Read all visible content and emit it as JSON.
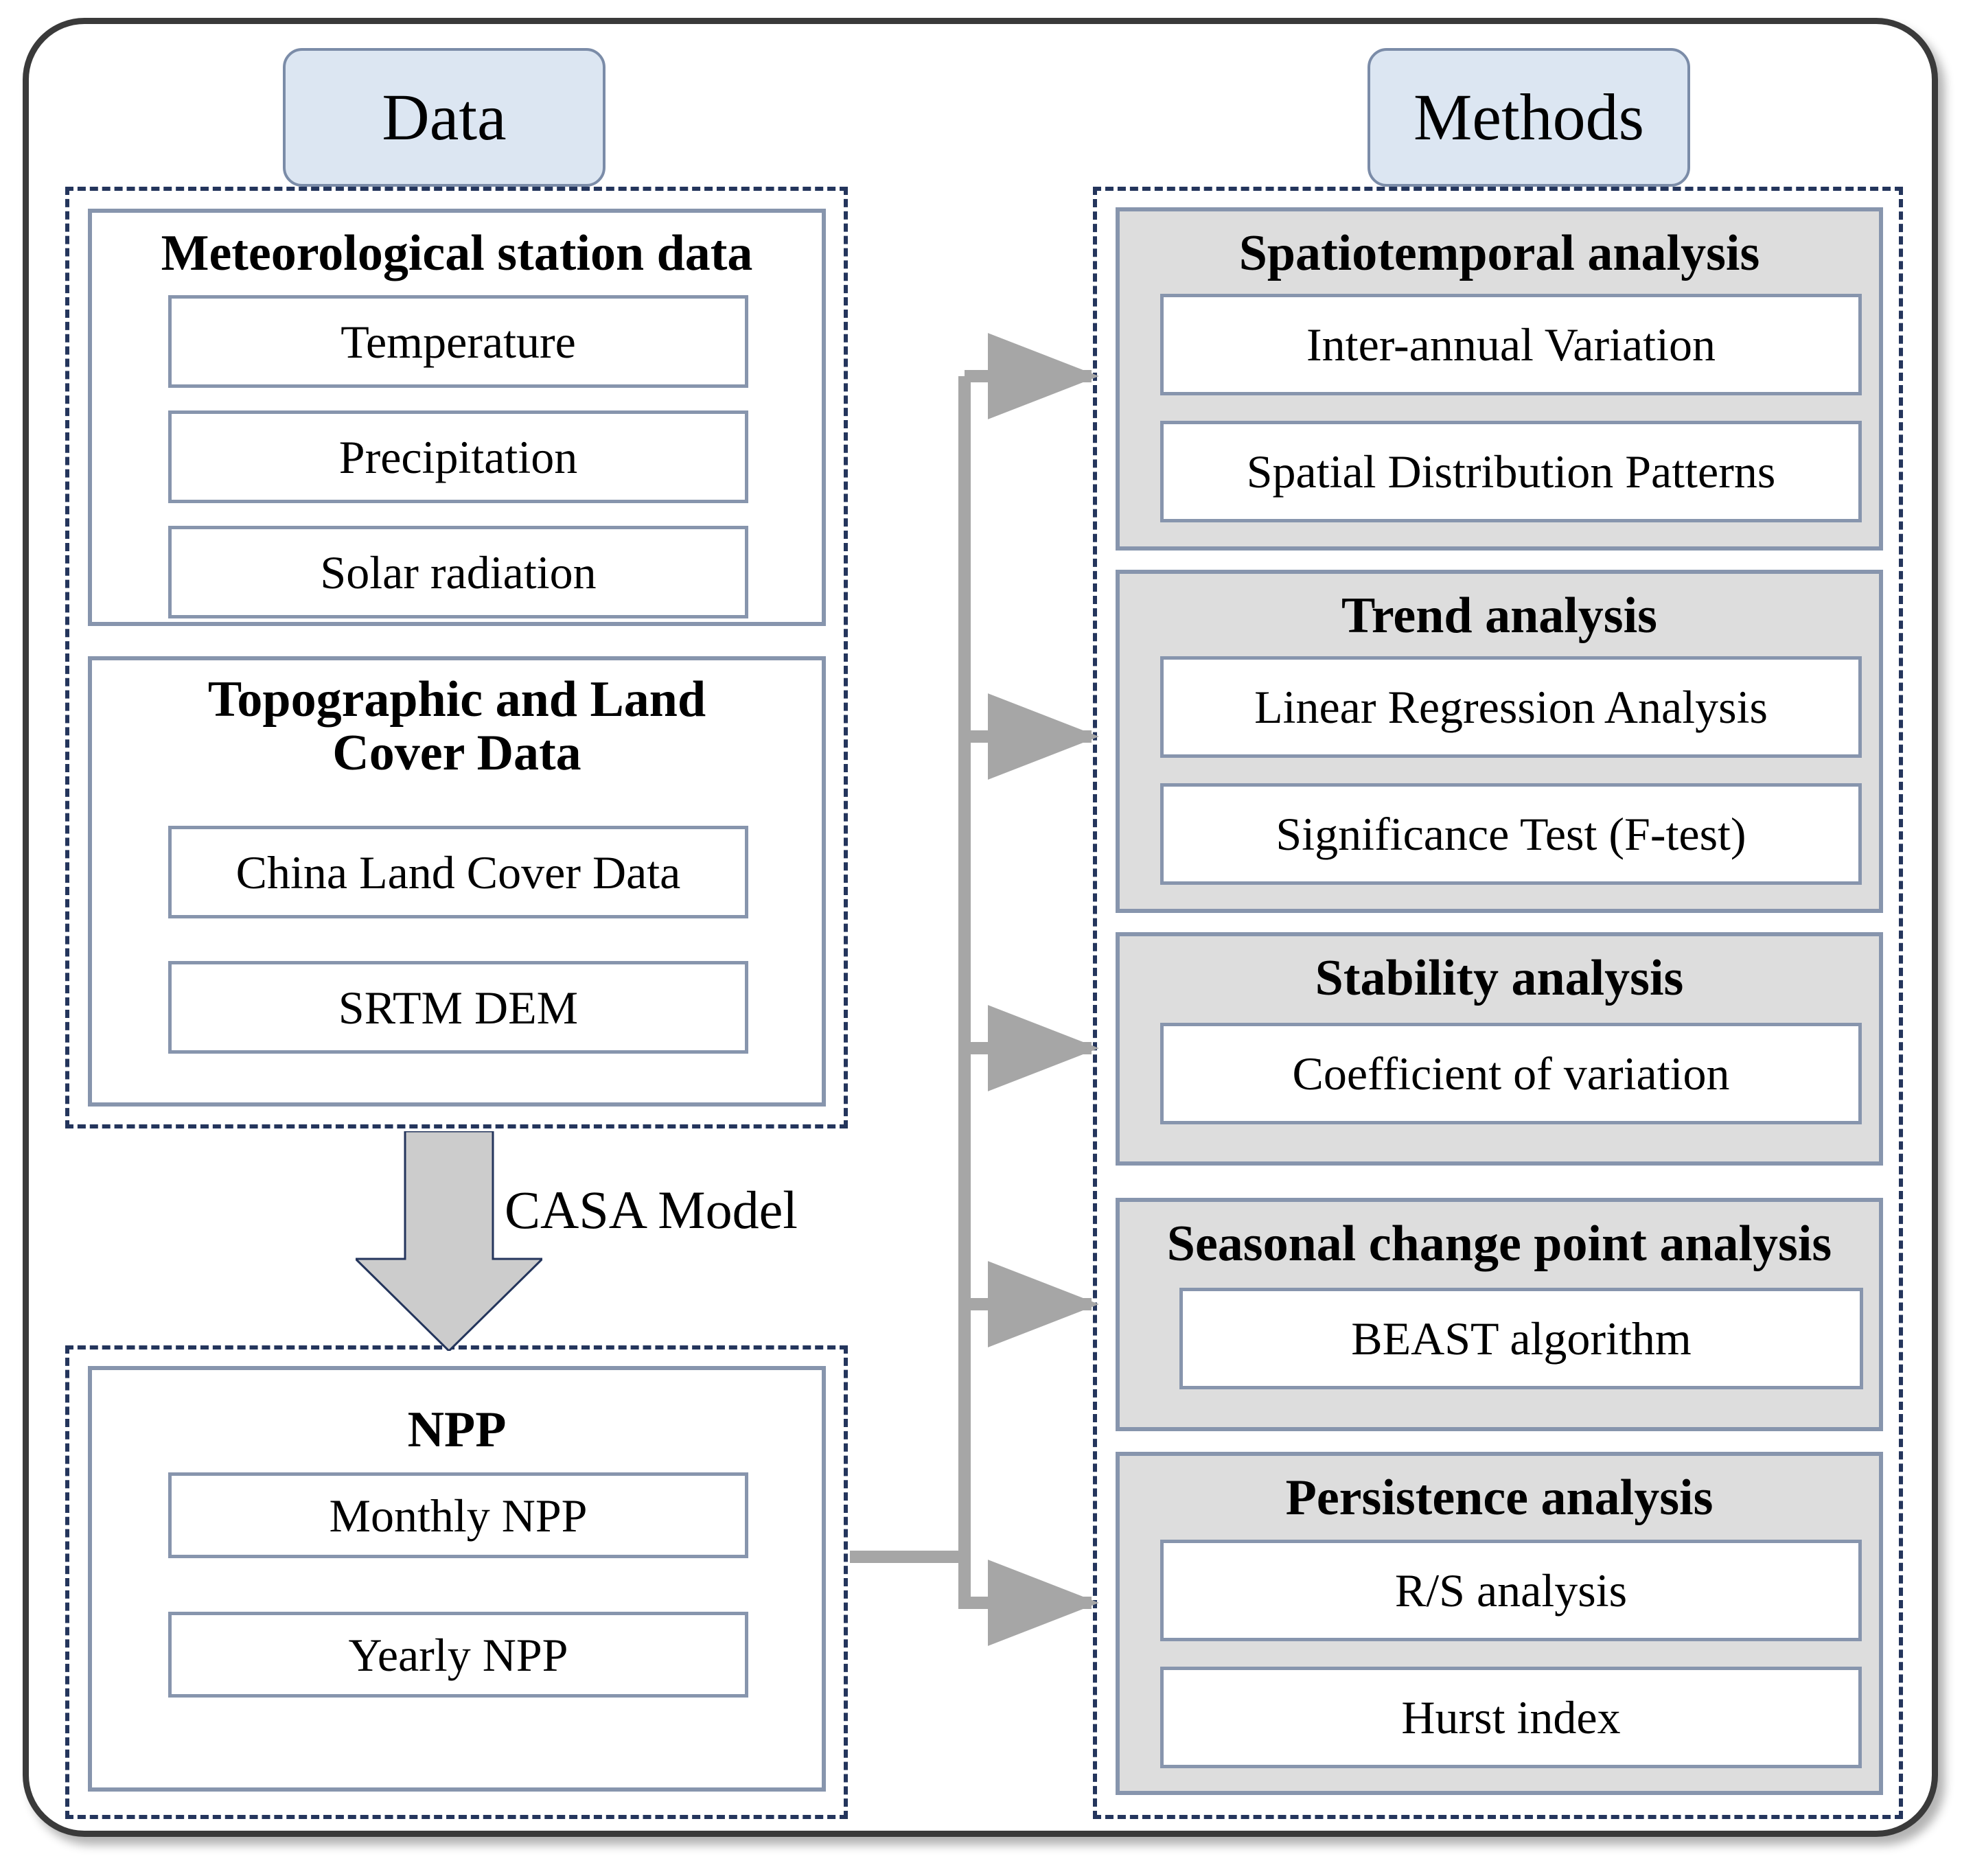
{
  "headers": {
    "left": "Data",
    "right": "Methods"
  },
  "left_column": {
    "groups": [
      {
        "title": "Meteorological station data",
        "items": [
          "Temperature",
          "Precipitation",
          "Solar radiation"
        ]
      },
      {
        "title": "Topographic and Land\nCover Data",
        "items": [
          "China Land Cover Data",
          "SRTM DEM"
        ]
      },
      {
        "title": "NPP",
        "items": [
          "Monthly NPP",
          "Yearly NPP"
        ]
      }
    ]
  },
  "transform": {
    "label": "CASA Model",
    "arrow": "down-arrow-icon"
  },
  "right_column": {
    "groups": [
      {
        "title": "Spatiotemporal analysis",
        "items": [
          "Inter-annual Variation",
          "Spatial Distribution Patterns"
        ]
      },
      {
        "title": "Trend analysis",
        "items": [
          "Linear Regression Analysis",
          "Significance Test (F-test)"
        ]
      },
      {
        "title": "Stability analysis",
        "items": [
          "Coefficient of variation"
        ]
      },
      {
        "title": "Seasonal change point analysis",
        "items": [
          "BEAST algorithm"
        ]
      },
      {
        "title": "Persistence analysis",
        "items": [
          "R/S analysis",
          "Hurst index"
        ]
      }
    ]
  },
  "colors": {
    "header_pill_fill": "#dce6f2",
    "header_pill_border": "#7b8ca8",
    "group_panel_fill": "#dddddd",
    "box_border": "#8795ad",
    "dashed_border": "#24355c",
    "connector": "#a6a6a6",
    "outer_frame": "#3a3a3a",
    "text": "#000000"
  },
  "connectors": {
    "count": 5,
    "style": "orthogonal-arrow",
    "source": "NPP",
    "targets": [
      "Spatiotemporal analysis",
      "Trend analysis",
      "Stability analysis",
      "Seasonal change point analysis",
      "Persistence analysis"
    ]
  }
}
